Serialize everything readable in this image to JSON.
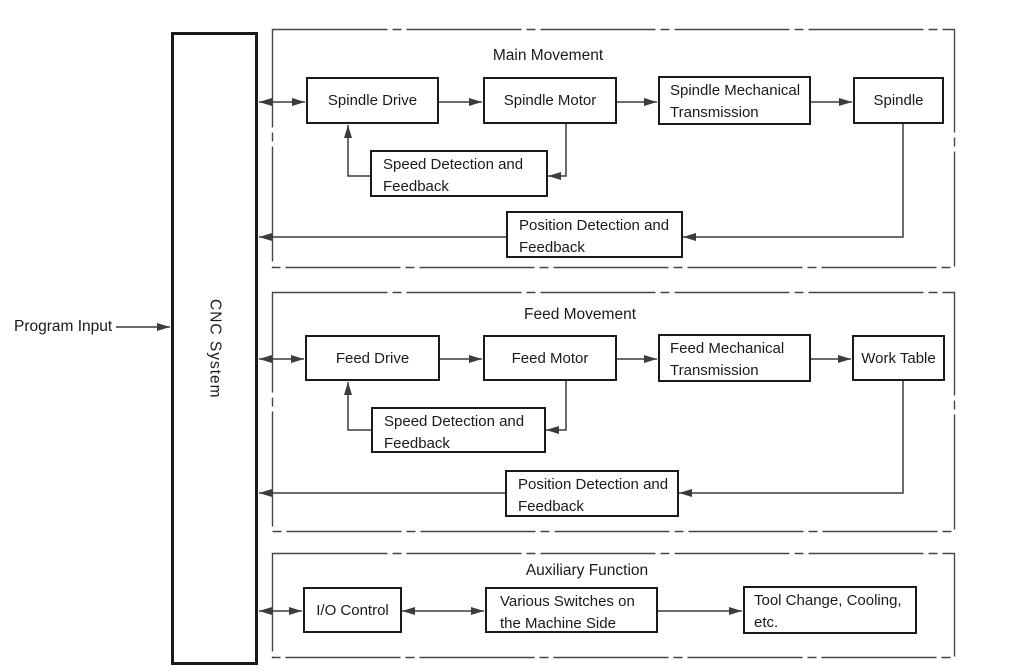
{
  "colors": {
    "ink": "#1a1a1a",
    "line": "#3c3c3c",
    "section_line": "#474747",
    "background": "#ffffff"
  },
  "program_input": {
    "label": "Program Input"
  },
  "cnc": {
    "label": "CNC System"
  },
  "sections": [
    {
      "title": "Main Movement",
      "boxes": [
        {
          "label": "Spindle Drive"
        },
        {
          "label": "Spindle Motor"
        },
        {
          "label": "Spindle Mechanical Transmission"
        },
        {
          "label": "Spindle"
        },
        {
          "label": "Speed Detection and Feedback"
        },
        {
          "label": "Position Detection and Feedback"
        }
      ]
    },
    {
      "title": "Feed Movement",
      "boxes": [
        {
          "label": "Feed Drive"
        },
        {
          "label": "Feed Motor"
        },
        {
          "label": "Feed Mechanical Transmission"
        },
        {
          "label": "Work Table"
        },
        {
          "label": "Speed Detection and Feedback"
        },
        {
          "label": "Position Detection and Feedback"
        }
      ]
    },
    {
      "title": "Auxiliary Function",
      "boxes": [
        {
          "label": "I/O Control"
        },
        {
          "label": "Various Switches on the Machine Side"
        },
        {
          "label": "Tool Change, Cooling, etc."
        }
      ]
    }
  ],
  "connections": [
    {
      "from": "program-input",
      "to": "cnc-system",
      "direction": "one-way"
    },
    {
      "from": "cnc-system",
      "to": "spindle-drive",
      "direction": "two-way"
    },
    {
      "from": "spindle-drive",
      "to": "spindle-motor",
      "direction": "one-way"
    },
    {
      "from": "spindle-motor",
      "to": "spindle-mechanical-transmission",
      "direction": "one-way"
    },
    {
      "from": "spindle-mechanical-transmission",
      "to": "spindle",
      "direction": "one-way"
    },
    {
      "from": "spindle-motor",
      "to": "speed-detection-feedback-main",
      "direction": "one-way"
    },
    {
      "from": "speed-detection-feedback-main",
      "to": "spindle-drive",
      "direction": "one-way"
    },
    {
      "from": "spindle",
      "to": "position-detection-feedback-main",
      "direction": "one-way"
    },
    {
      "from": "position-detection-feedback-main",
      "to": "cnc-system",
      "direction": "one-way"
    },
    {
      "from": "cnc-system",
      "to": "feed-drive",
      "direction": "two-way"
    },
    {
      "from": "feed-drive",
      "to": "feed-motor",
      "direction": "one-way"
    },
    {
      "from": "feed-motor",
      "to": "feed-mechanical-transmission",
      "direction": "one-way"
    },
    {
      "from": "feed-mechanical-transmission",
      "to": "work-table",
      "direction": "one-way"
    },
    {
      "from": "feed-motor",
      "to": "speed-detection-feedback-feed",
      "direction": "one-way"
    },
    {
      "from": "speed-detection-feedback-feed",
      "to": "feed-drive",
      "direction": "one-way"
    },
    {
      "from": "work-table",
      "to": "position-detection-feedback-feed",
      "direction": "one-way"
    },
    {
      "from": "position-detection-feedback-feed",
      "to": "cnc-system",
      "direction": "one-way"
    },
    {
      "from": "cnc-system",
      "to": "io-control",
      "direction": "two-way"
    },
    {
      "from": "io-control",
      "to": "various-switches",
      "direction": "two-way"
    },
    {
      "from": "various-switches",
      "to": "tool-change-cooling",
      "direction": "one-way"
    }
  ]
}
